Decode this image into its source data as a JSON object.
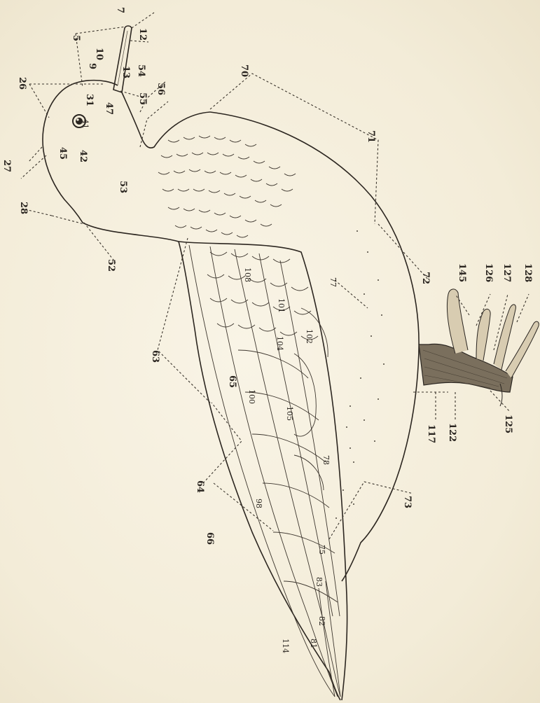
{
  "labels": {
    "l5": "5",
    "l7": "7",
    "l9": "9",
    "l10": "10",
    "l12": "12",
    "l13": "13",
    "l54": "54",
    "l55": "55",
    "l56": "56",
    "l26": "26",
    "l27": "27",
    "l28": "28",
    "l31": "31",
    "l41": "41",
    "l42": "42",
    "l45": "45",
    "l47": "47",
    "l52": "52",
    "l53": "53",
    "l63": "63",
    "l64": "64",
    "l65": "65",
    "l66": "66",
    "l70": "70",
    "l71": "71",
    "l72": "72",
    "l73": "73",
    "l75": "75",
    "l77": "77",
    "l78": "78",
    "l81": "81",
    "l82": "82",
    "l83": "83",
    "l98": "98",
    "l100": "100",
    "l101": "101",
    "l102": "102",
    "l104": "104",
    "l105": "105",
    "l108": "108",
    "l114": "114",
    "l117": "117",
    "l122": "122",
    "l125": "125",
    "l126": "126",
    "l127": "127",
    "l128": "128",
    "l145": "145"
  },
  "colors": {
    "paper": "#f7f1e1",
    "ink": "#2a2520",
    "foot_shade": "#7a6f5d"
  }
}
